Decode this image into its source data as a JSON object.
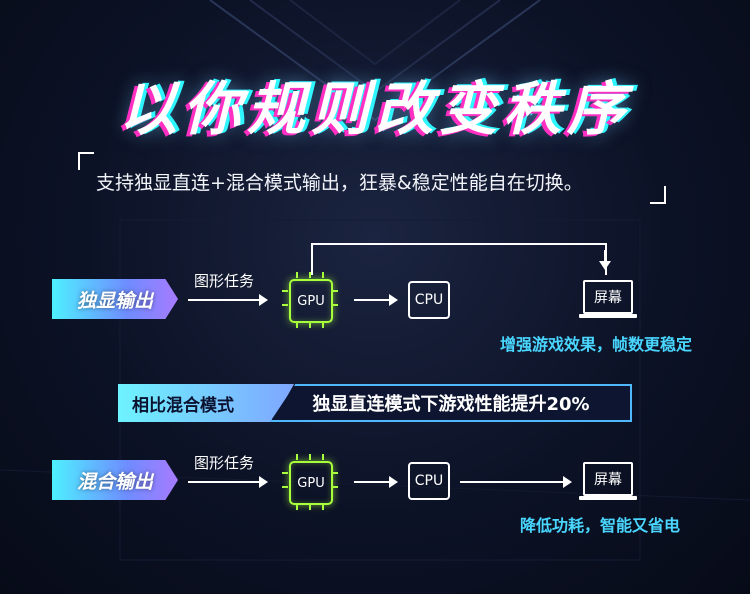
{
  "title": "以你规则改变秩序",
  "subtitle": "支持独显直连+混合模式输出，狂暴&稳定性能自在切换。",
  "dgpu_row": {
    "badge": "独显输出",
    "task": "图形任务",
    "gpu": "GPU",
    "cpu": "CPU",
    "screen": "屏幕",
    "desc": "增强游戏效果，帧数更稳定"
  },
  "comparison": {
    "left": "相比混合模式",
    "right": "独显直连模式下游戏性能提升20%"
  },
  "hybrid_row": {
    "badge": "混合输出",
    "task": "图形任务",
    "gpu": "GPU",
    "cpu": "CPU",
    "screen": "屏幕",
    "desc": "降低功耗，智能又省电"
  },
  "colors": {
    "accent_cyan": "#49d6ff",
    "gpu_green": "#a8ff3c",
    "background": "#0c1226"
  }
}
